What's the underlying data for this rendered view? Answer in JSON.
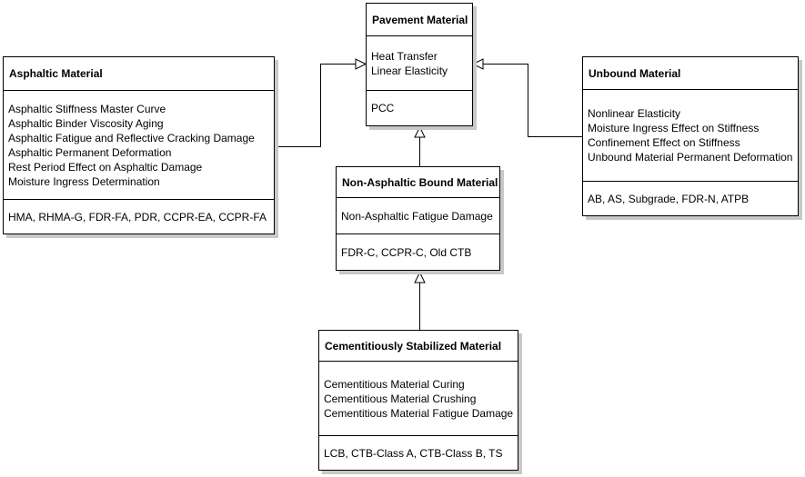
{
  "diagram": {
    "boxes": {
      "pavement": {
        "title": "Pavement Material",
        "attributes": [
          "Heat Transfer",
          "Linear Elasticity"
        ],
        "types": "PCC"
      },
      "asphaltic": {
        "title": "Asphaltic Material",
        "attributes": [
          "Asphaltic Stiffness Master Curve",
          "Asphaltic Binder Viscosity Aging",
          "Asphaltic Fatigue and Reflective Cracking Damage",
          "Asphaltic Permanent Deformation",
          "Rest Period Effect on Asphaltic Damage",
          "Moisture Ingress Determination"
        ],
        "types": "HMA, RHMA-G, FDR-FA, PDR, CCPR-EA, CCPR-FA"
      },
      "unbound": {
        "title": "Unbound Material",
        "attributes": [
          "Nonlinear Elasticity",
          "Moisture Ingress Effect on Stiffness",
          "Confinement Effect on Stiffness",
          "Unbound Material Permanent Deformation"
        ],
        "types": "AB, AS, Subgrade, FDR-N, ATPB"
      },
      "nonasphaltic": {
        "title": "Non-Asphaltic Bound Material",
        "attributes": [
          "Non-Asphaltic Fatigue Damage"
        ],
        "types": "FDR-C, CCPR-C, Old CTB"
      },
      "cementitious": {
        "title": "Cementitiously Stabilized Material",
        "attributes": [
          "Cementitious Material Curing",
          "Cementitious Material Crushing",
          "Cementitious Material Fatigue Damage"
        ],
        "types": "LCB, CTB-Class A, CTB-Class B, TS"
      }
    },
    "edges": [
      {
        "from": "Asphaltic Material",
        "to": "Pavement Material",
        "type": "generalization"
      },
      {
        "from": "Unbound Material",
        "to": "Pavement Material",
        "type": "generalization"
      },
      {
        "from": "Non-Asphaltic Bound Material",
        "to": "Pavement Material",
        "type": "generalization"
      },
      {
        "from": "Cementitiously Stabilized Material",
        "to": "Non-Asphaltic Bound Material",
        "type": "generalization"
      }
    ],
    "colors": {
      "box_background": "#ffffff",
      "box_border": "#000000",
      "shadow": "#c8c8c8",
      "text": "#000000"
    }
  }
}
